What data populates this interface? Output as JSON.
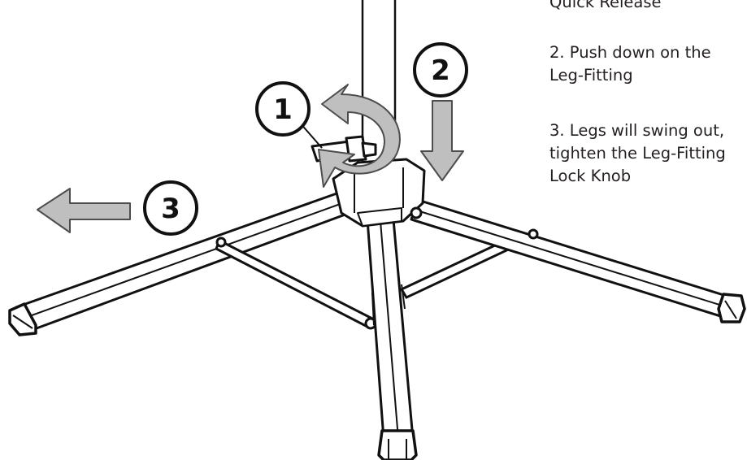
{
  "instructions": [
    {
      "text": "Quick Release"
    },
    {
      "text": "2. Push down on the\nLeg-Fitting"
    },
    {
      "text": "3. Legs will swing out,\ntighten the Leg-Fitting\nLock Knob"
    }
  ],
  "step_markers": [
    {
      "label": "1"
    },
    {
      "label": "2"
    },
    {
      "label": "3"
    }
  ],
  "colors": {
    "line": "#111111",
    "arrow_fill": "#bfbfbf",
    "arrow_stroke": "#4d4d4d",
    "text": "#231f20"
  },
  "icons": {
    "rotation_arrow": "curved-rotate-arrow-icon",
    "push_arrow": "arrow-down-icon",
    "swing_arrow": "arrow-left-icon"
  }
}
